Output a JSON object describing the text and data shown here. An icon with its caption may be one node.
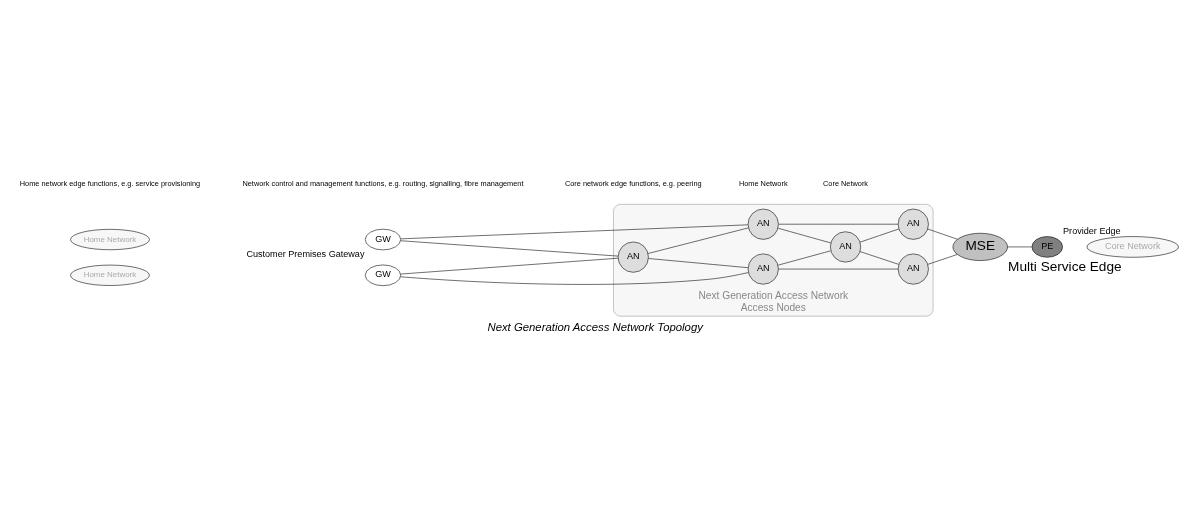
{
  "diagram": {
    "caption": "Next Generation Access Network Topology",
    "nodes": [
      {
        "text": [
          "Home Network"
        ]
      },
      {
        "text": [
          "Home Network"
        ]
      },
      {
        "text": [
          "Next Generation Access Network",
          "Access Nodes"
        ]
      },
      {
        "text": [
          "GW"
        ],
        "beside": [
          "Customer Premises Gateway"
        ]
      },
      {
        "text": [
          "GW"
        ]
      },
      {
        "text": [
          "AN"
        ],
        "in": 2
      },
      {
        "text": [
          "AN"
        ],
        "in": 2
      },
      {
        "text": [
          "AN"
        ],
        "in": 2
      },
      {
        "text": [
          "AN"
        ],
        "in": 2
      },
      {
        "text": [
          "AN"
        ],
        "in": 2
      },
      {
        "text": [
          "AN"
        ],
        "in": 2
      },
      {
        "text": [
          "MSE"
        ],
        "beside": [
          "Multi Service Edge"
        ]
      },
      {
        "text": [
          "PE"
        ],
        "beside": [
          "Provider Edge"
        ]
      },
      {
        "text": [
          "Core Network"
        ]
      }
    ],
    "edges": [
      {
        "from": 3,
        "to": 5,
        "arrow": "none"
      },
      {
        "from": 3,
        "to": 6,
        "arrow": "none"
      },
      {
        "from": 4,
        "to": 6,
        "arrow": "none"
      },
      {
        "from": 4,
        "to": 7,
        "arrow": "none"
      },
      {
        "from": 6,
        "to": 5,
        "arrow": "none"
      },
      {
        "from": 6,
        "to": 7,
        "arrow": "none"
      },
      {
        "from": 5,
        "to": 9,
        "arrow": "none"
      },
      {
        "from": 5,
        "to": 8,
        "arrow": "none"
      },
      {
        "from": 7,
        "to": 8,
        "arrow": "none"
      },
      {
        "from": 7,
        "to": 10,
        "arrow": "none"
      },
      {
        "from": 8,
        "to": 9,
        "arrow": "none"
      },
      {
        "from": 8,
        "to": 10,
        "arrow": "none"
      },
      {
        "from": 9,
        "to": 11,
        "arrow": "none"
      },
      {
        "from": 10,
        "to": 11,
        "arrow": "none"
      },
      {
        "from": 11,
        "to": 12,
        "arrow": "none"
      }
    ],
    "labels": [
      "Home network edge functions, e.g. service provisioning",
      "Network control and management functions, e.g. routing, signalling, fibre management",
      "Core network edge functions, e.g. peering",
      "Home Network",
      "Core Network"
    ]
  }
}
